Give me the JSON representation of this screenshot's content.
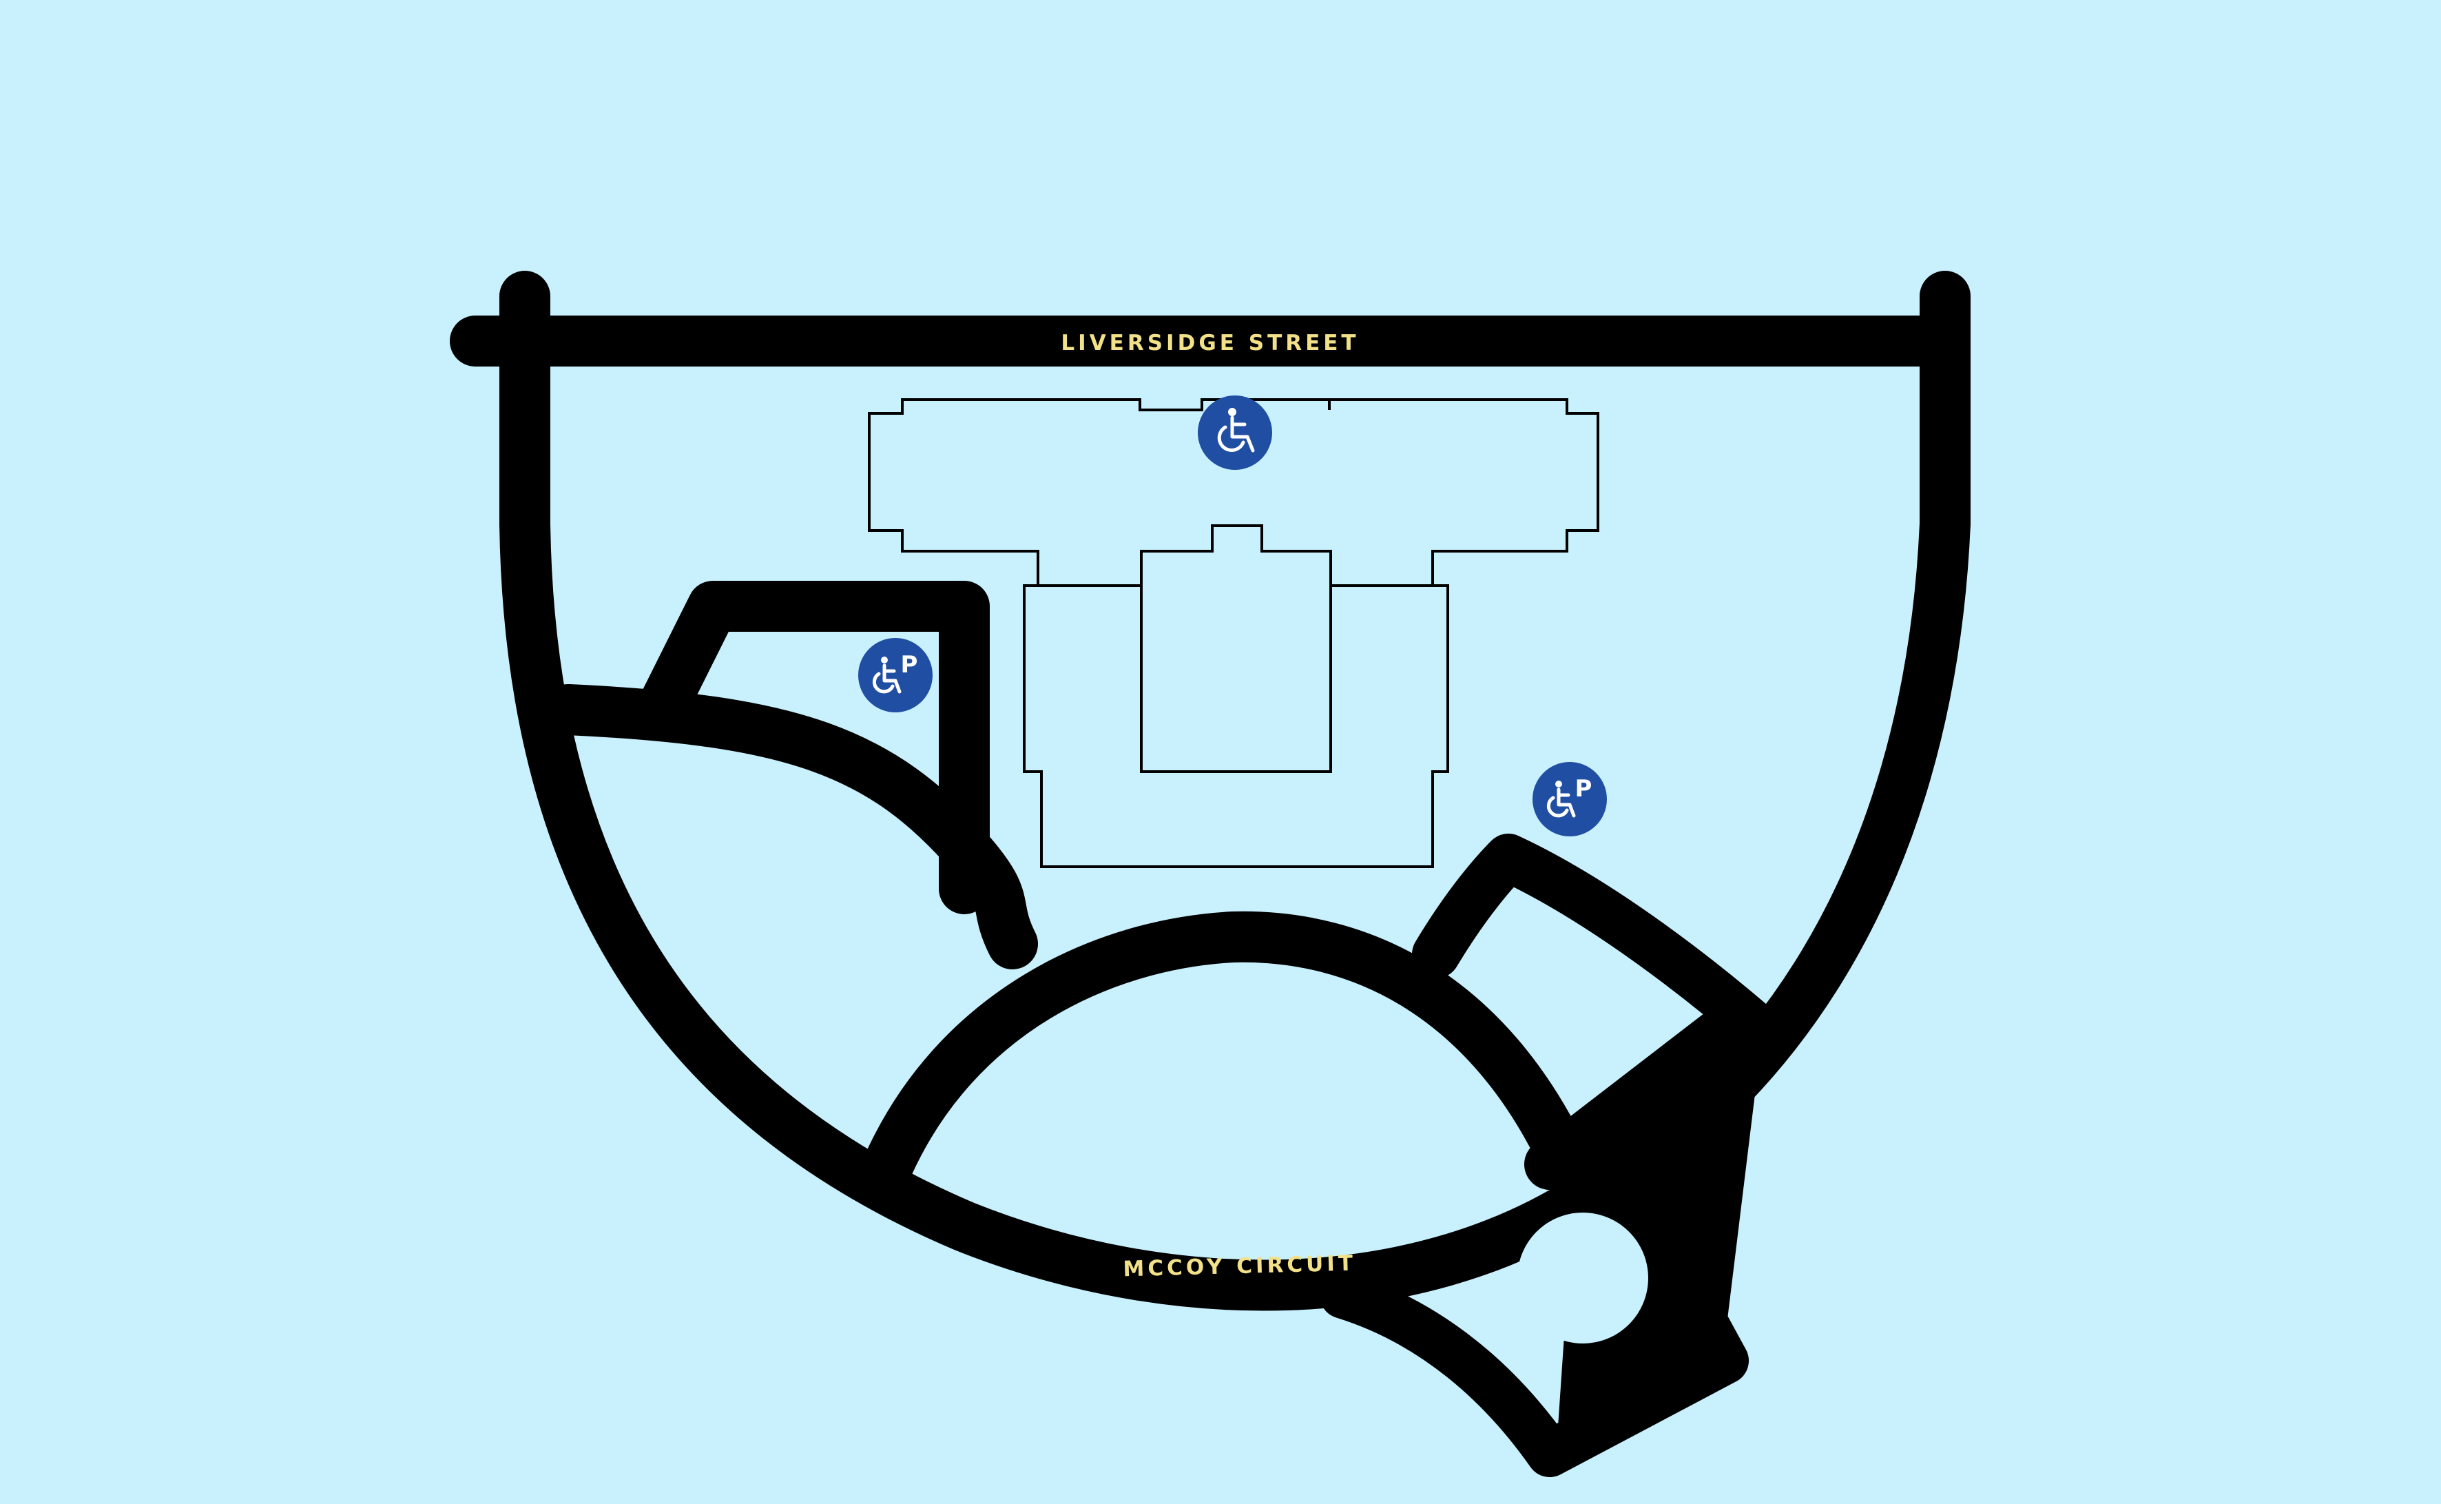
{
  "map": {
    "background_color": "#c8f0fd",
    "road_color": "#000000",
    "label_color": "#f2e188",
    "icon_color": "#1f4ea3"
  },
  "streets": {
    "top": "LIVERSIDGE STREET",
    "bottom": "MCCOY CIRCUIT"
  },
  "markers": [
    {
      "name": "accessible-entrance",
      "icon": "wheelchair-icon"
    },
    {
      "name": "accessible-parking-west",
      "icon": "wheelchair-parking-icon",
      "letter": "P"
    },
    {
      "name": "accessible-parking-east",
      "icon": "wheelchair-parking-icon",
      "letter": "P"
    }
  ]
}
